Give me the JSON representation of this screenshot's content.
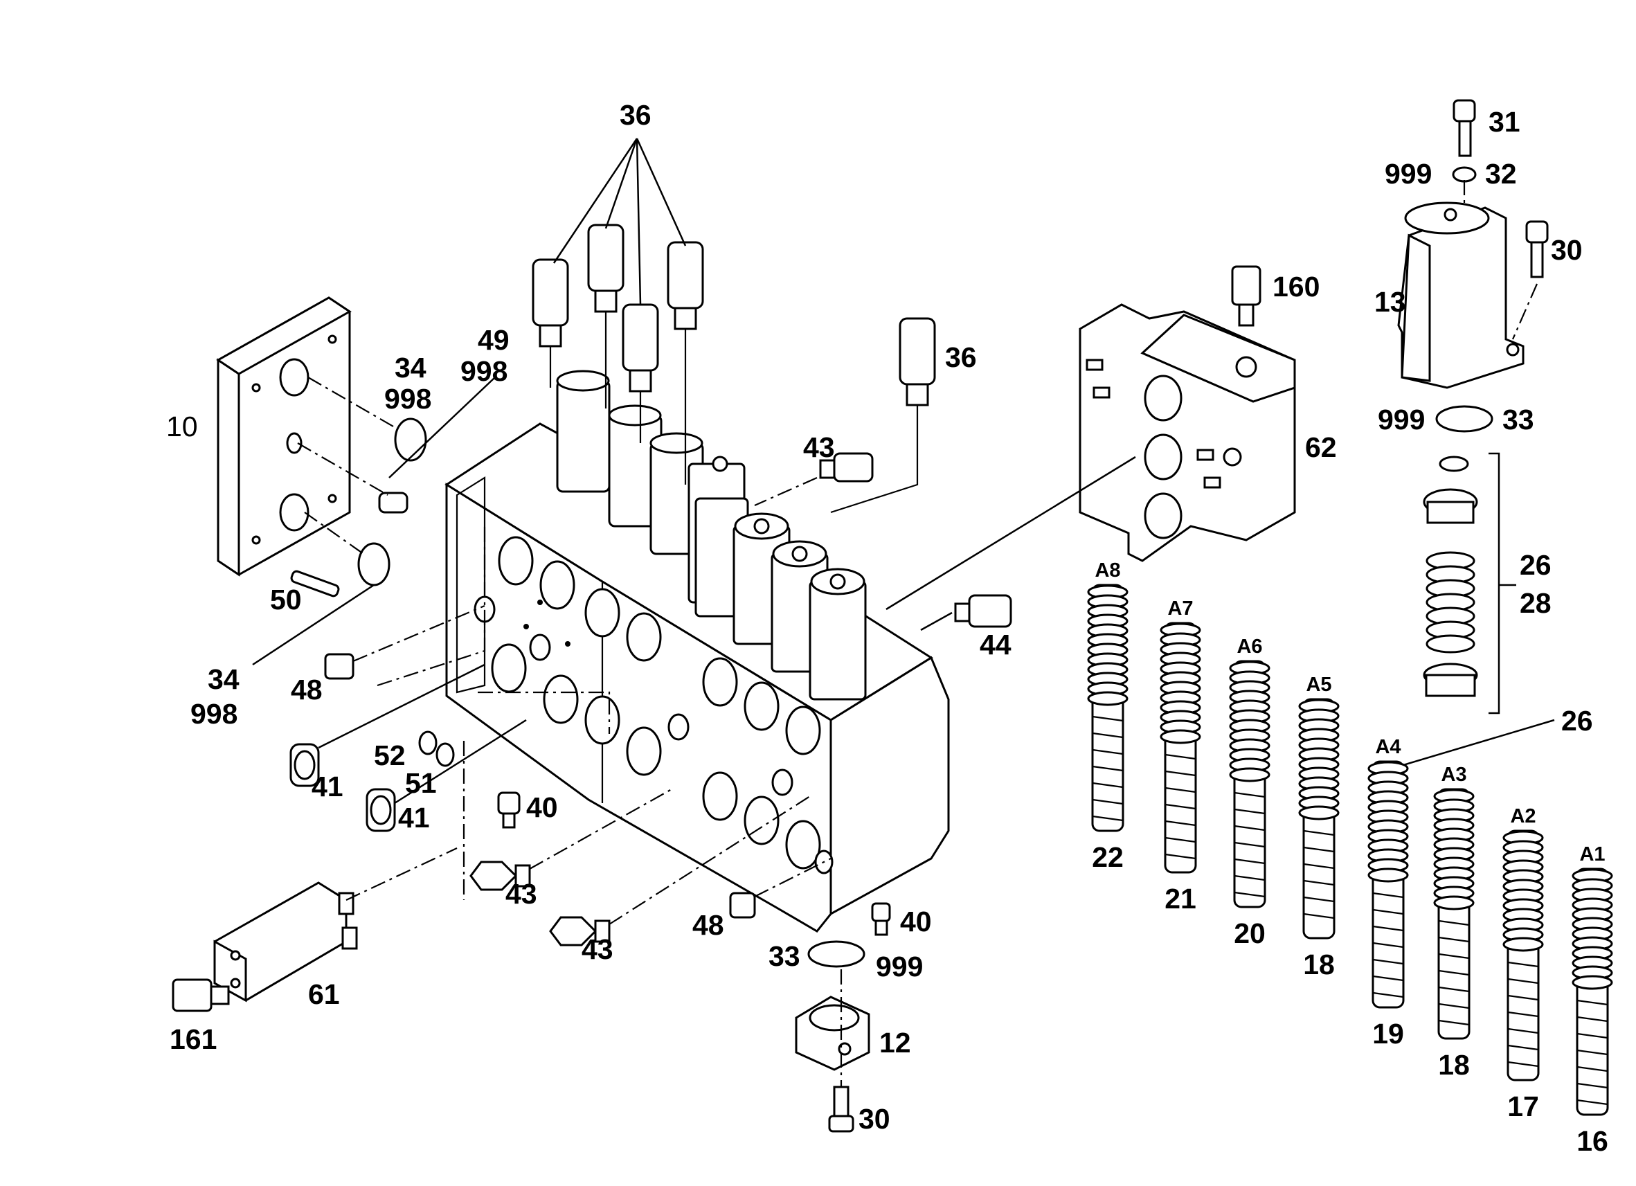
{
  "figure": "hydraulic control valve block – exploded parts view",
  "callouts": {
    "c36_top": "36",
    "c36_right": "36",
    "c10": "10",
    "c34a": "34",
    "c998a": "998",
    "c49": "49",
    "c998b": "998",
    "c50": "50",
    "c34b": "34",
    "c998c": "998",
    "c43_top": "43",
    "c160": "160",
    "c62": "62",
    "c44": "44",
    "c48_left": "48",
    "c52": "52",
    "c51": "51",
    "c41a": "41",
    "c41b": "41",
    "c40a": "40",
    "c43a": "43",
    "c43b": "43",
    "c48_right": "48",
    "c40b": "40",
    "c33_bottom": "33",
    "c999_bottom": "999",
    "c12": "12",
    "c30_bottom": "30",
    "c61": "61",
    "c161": "161",
    "c31": "31",
    "c999_top": "999",
    "c32": "32",
    "c30_top": "30",
    "c13": "13",
    "c999_mid": "999",
    "c33_mid": "33",
    "c26a": "26",
    "c28": "28",
    "c26b": "26"
  },
  "spools": [
    {
      "tag": "A8",
      "num": "22"
    },
    {
      "tag": "A7",
      "num": "21"
    },
    {
      "tag": "A6",
      "num": "20"
    },
    {
      "tag": "A5",
      "num": "18"
    },
    {
      "tag": "A4",
      "num": "19"
    },
    {
      "tag": "A3",
      "num": "18"
    },
    {
      "tag": "A2",
      "num": "17"
    },
    {
      "tag": "A1",
      "num": "16"
    }
  ]
}
